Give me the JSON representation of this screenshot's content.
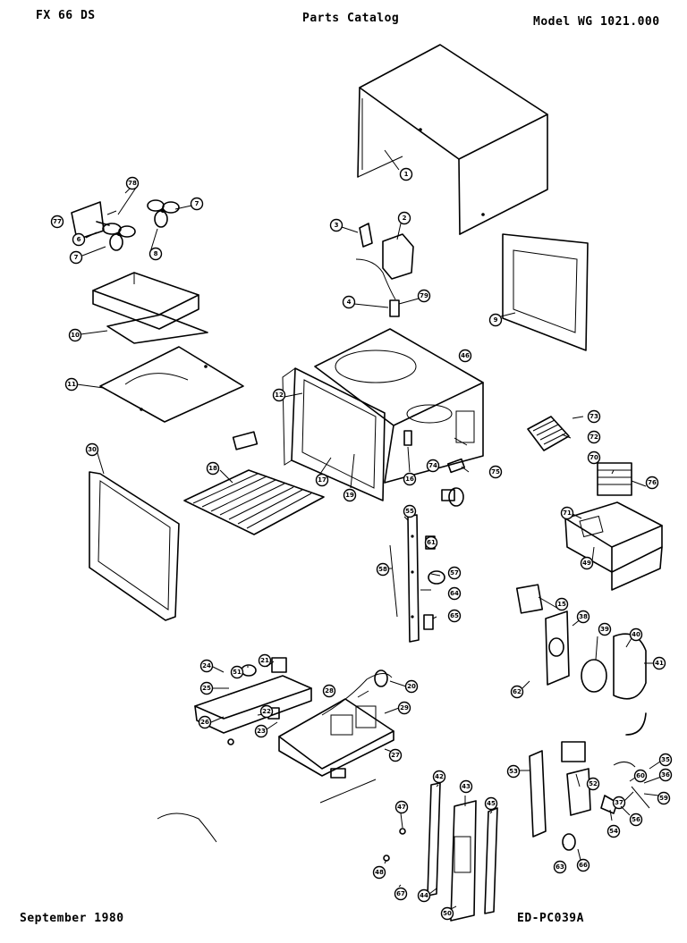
{
  "header": {
    "left": "FX 66 DS",
    "center": "Parts Catalog",
    "right": "Model WG 1021.000"
  },
  "footer": {
    "left": "September 1980",
    "right": "ED-PC039A"
  },
  "callouts": [
    "1",
    "2",
    "3",
    "4",
    "6",
    "7",
    "7",
    "8",
    "9",
    "10",
    "11",
    "12",
    "15",
    "16",
    "17",
    "18",
    "19",
    "20",
    "21",
    "22",
    "23",
    "24",
    "25",
    "26",
    "27",
    "28",
    "29",
    "30",
    "35",
    "36",
    "37",
    "38",
    "39",
    "40",
    "41",
    "42",
    "43",
    "44",
    "45",
    "46",
    "47",
    "48",
    "49",
    "50",
    "51",
    "52",
    "53",
    "54",
    "55",
    "56",
    "57",
    "58",
    "59",
    "60",
    "61",
    "62",
    "63",
    "64",
    "65",
    "66",
    "67",
    "70",
    "71",
    "72",
    "73",
    "74",
    "75",
    "76",
    "77",
    "78",
    "79"
  ]
}
